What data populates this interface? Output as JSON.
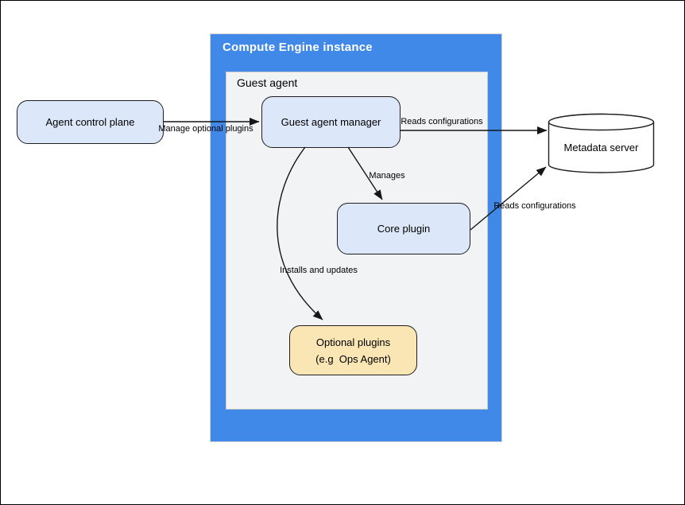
{
  "canvas": {
    "background": "#ffffff",
    "border_color": "#000000"
  },
  "diagram": {
    "compute_engine_container": {
      "label": "Compute Engine instance",
      "fill": "#4189E8",
      "text_color": "#ffffff"
    },
    "guest_agent_container": {
      "label": "Guest agent",
      "fill": "#F2F3F5",
      "border_color": "#C9C9C9"
    },
    "nodes": {
      "agent_control_plane": {
        "label": "Agent control plane",
        "fill": "#DCE7F9",
        "shape": "rounded-rect"
      },
      "guest_agent_manager": {
        "label": "Guest agent manager",
        "fill": "#DCE7F9",
        "shape": "rounded-rect"
      },
      "core_plugin": {
        "label": "Core plugin",
        "fill": "#DCE7F9",
        "shape": "rounded-rect"
      },
      "optional_plugins": {
        "line1": "Optional plugins",
        "line2": "(e.g  Ops Agent)",
        "fill": "#F9E6B4",
        "shape": "rounded-rect"
      },
      "metadata_server": {
        "label": "Metadata server",
        "fill": "#FFFFFF",
        "shape": "cylinder"
      }
    },
    "edges": [
      {
        "id": "manage-optional-plugins",
        "label": "Manage optional plugins",
        "from": "agent_control_plane",
        "to": "guest_agent_manager",
        "style": "straight"
      },
      {
        "id": "reads-configurations-manager",
        "label": "Reads configurations",
        "from": "guest_agent_manager",
        "to": "metadata_server",
        "style": "straight"
      },
      {
        "id": "manages",
        "label": "Manages",
        "from": "guest_agent_manager",
        "to": "core_plugin",
        "style": "straight"
      },
      {
        "id": "installs-and-updates",
        "label": "Installs and updates",
        "from": "guest_agent_manager",
        "to": "optional_plugins",
        "style": "curved"
      },
      {
        "id": "reads-configurations-core",
        "label": "Reads configurations",
        "from": "core_plugin",
        "to": "metadata_server",
        "style": "straight"
      }
    ]
  }
}
